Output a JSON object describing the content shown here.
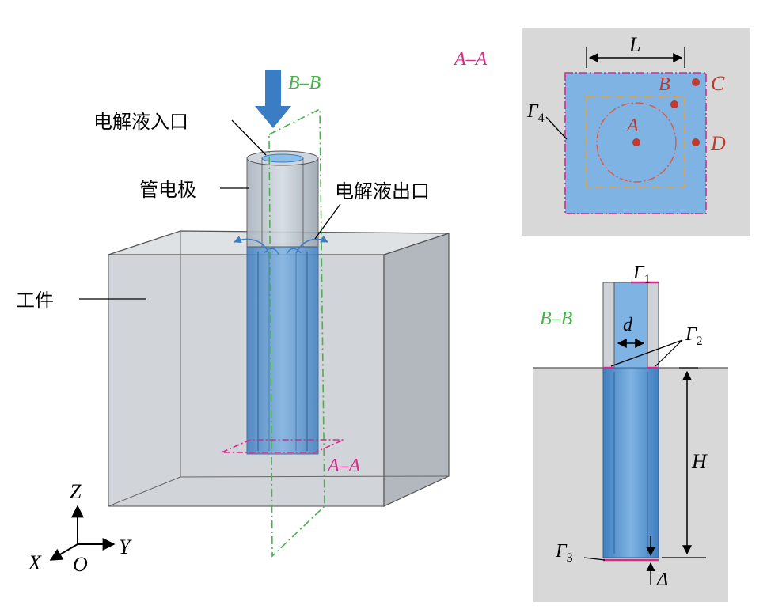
{
  "labels": {
    "electrolyte_inlet": "电解液入口",
    "tube_electrode": "管电极",
    "electrolyte_outlet": "电解液出口",
    "workpiece": "工件",
    "section_bb": "B–B",
    "section_aa": "A–A",
    "axis_z": "Z",
    "axis_y": "Y",
    "axis_x": "X",
    "axis_o": "O"
  },
  "section_aa_panel": {
    "title": "A–A",
    "dim_L": "L",
    "boundary": "Γ",
    "boundary_sub": "4",
    "point_a": "A",
    "point_b": "B",
    "point_c": "C",
    "point_d": "D"
  },
  "section_bb_panel": {
    "title": "B–B",
    "gamma": "Γ",
    "gamma1_sub": "1",
    "gamma2_sub": "2",
    "gamma3_sub": "3",
    "dim_d": "d",
    "dim_H": "H",
    "dim_delta": "Δ"
  },
  "colors": {
    "blue_fill": "#6fa8dc",
    "electrode_blue": "#4a8fd0",
    "magenta": "#d62b8c",
    "green": "#4caf50",
    "dark_red": "#c0392b",
    "orange": "#f0a030",
    "gray_panel": "#d8d8d8"
  }
}
